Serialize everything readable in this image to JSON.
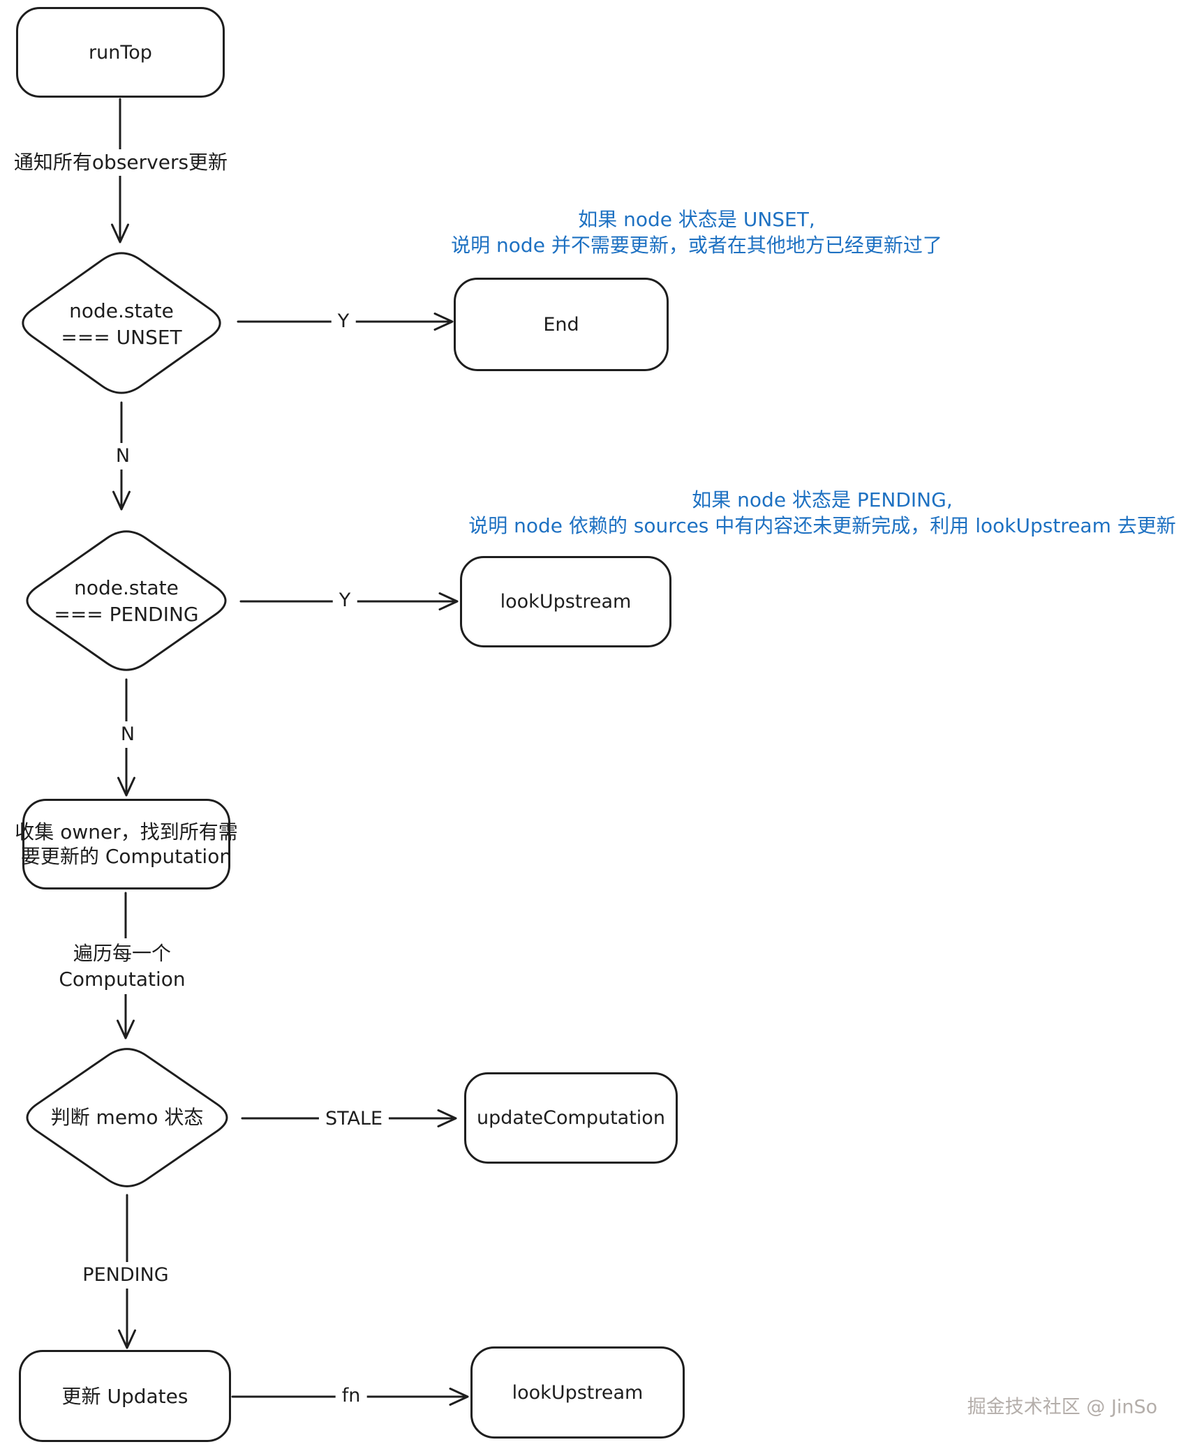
{
  "colors": {
    "stroke": "#1e1e1e",
    "annotation_blue": "#1e71c2",
    "watermark_gray": "#b4aeaa"
  },
  "nodes": {
    "run_top": {
      "label": "runTop"
    },
    "end": {
      "label": "End"
    },
    "look_upstream_top": {
      "label": "lookUpstream"
    },
    "collect_owner": {
      "line1": "收集 owner，找到所有需",
      "line2": "要更新的 Computation"
    },
    "update_computation": {
      "label": "updateComputation"
    },
    "update_updates": {
      "label": "更新 Updates"
    },
    "look_upstream_bottom": {
      "label": "lookUpstream"
    }
  },
  "decisions": {
    "node_state_unset": {
      "line1": "node.state",
      "line2": "=== UNSET"
    },
    "node_state_pending": {
      "line1": "node.state",
      "line2": "=== PENDING"
    },
    "memo_state": {
      "label": "判断 memo 状态"
    }
  },
  "edge_labels": {
    "notify_observers": "通知所有observers更新",
    "unset_yes": "Y",
    "unset_no": "N",
    "pending_yes": "Y",
    "pending_no": "N",
    "iterate_line1": "遍历每一个",
    "iterate_line2": "Computation",
    "memo_stale": "STALE",
    "memo_pending": "PENDING",
    "fn": "fn"
  },
  "annotations": {
    "unset_note": {
      "line1": "如果 node 状态是 UNSET,",
      "line2": "说明 node 并不需要更新，或者在其他地方已经更新过了"
    },
    "pending_note": {
      "line1": "如果 node 状态是 PENDING,",
      "line2": "说明 node 依赖的 sources 中有内容还未更新完成，利用 lookUpstream 去更新"
    }
  },
  "watermark": "掘金技术社区 @ JinSo"
}
